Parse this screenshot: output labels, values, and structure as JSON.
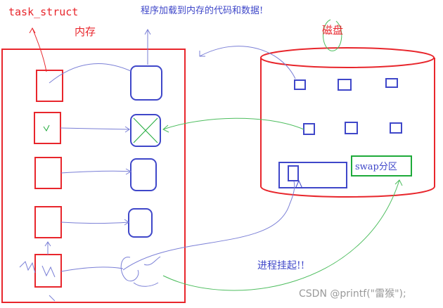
{
  "labels": {
    "task_struct": "task_struct",
    "memory": "内存",
    "code_data": "程序加载到内存的代码和数据!",
    "disk": "磁盘",
    "swap": "swap分区",
    "suspend": "进程挂起!!",
    "watermark": "CSDN @printf(\"雷猴\");"
  },
  "colors": {
    "red": "#e8262c",
    "blue": "#3f47c9",
    "green": "#1eaa3a",
    "light_blue": "#7a7fd6",
    "light_green": "#4dbd5e",
    "watermark": "#9a9a9a"
  }
}
